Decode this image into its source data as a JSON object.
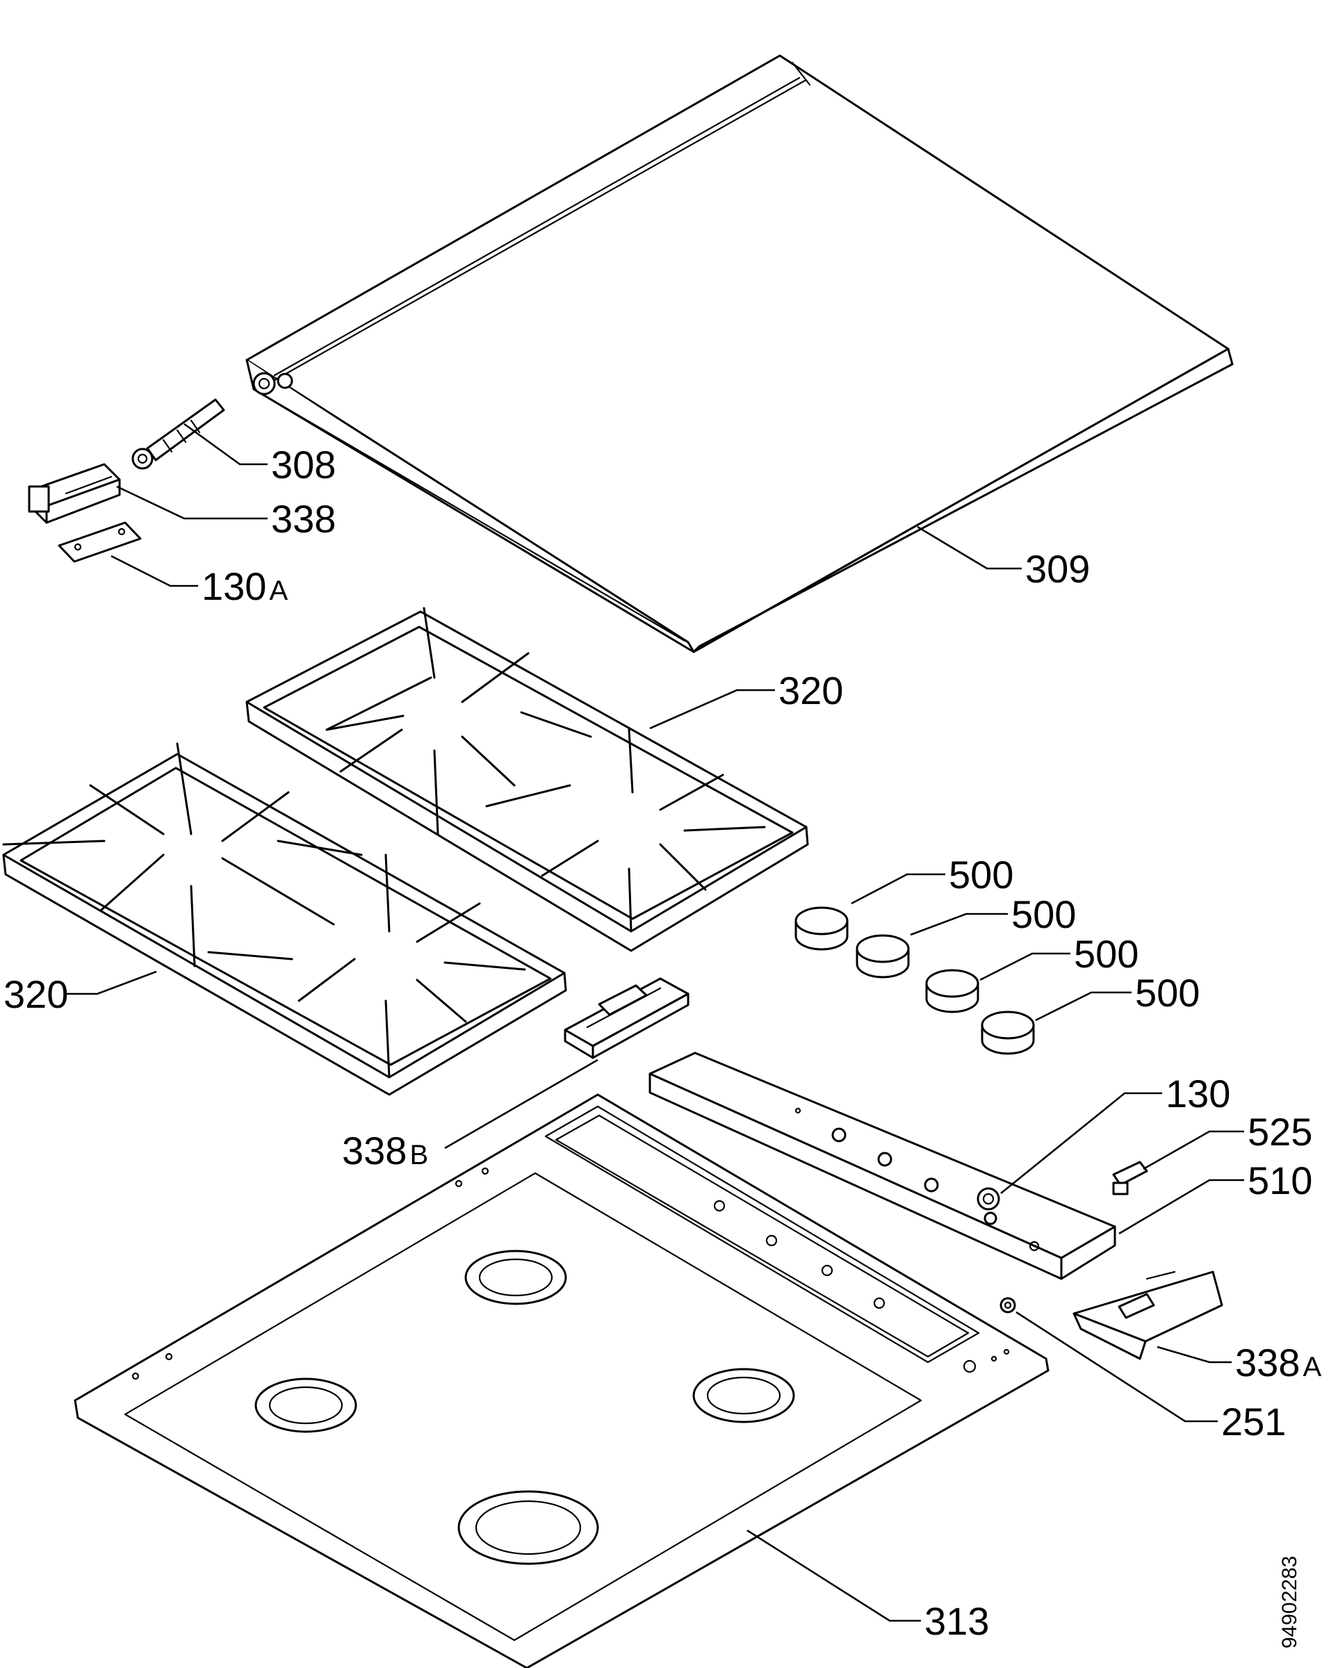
{
  "drawing_number": "94902283",
  "callouts": {
    "c308": "308",
    "c338_top": "338",
    "c130A": "130",
    "c130A_suffix": "A",
    "c309": "309",
    "c320_right": "320",
    "c320_left": "320",
    "c500_1": "500",
    "c500_2": "500",
    "c500_3": "500",
    "c500_4": "500",
    "c338B": "338",
    "c338B_suffix": "B",
    "c130": "130",
    "c525": "525",
    "c510": "510",
    "c338A": "338",
    "c338A_suffix": "A",
    "c251": "251",
    "c313": "313"
  }
}
